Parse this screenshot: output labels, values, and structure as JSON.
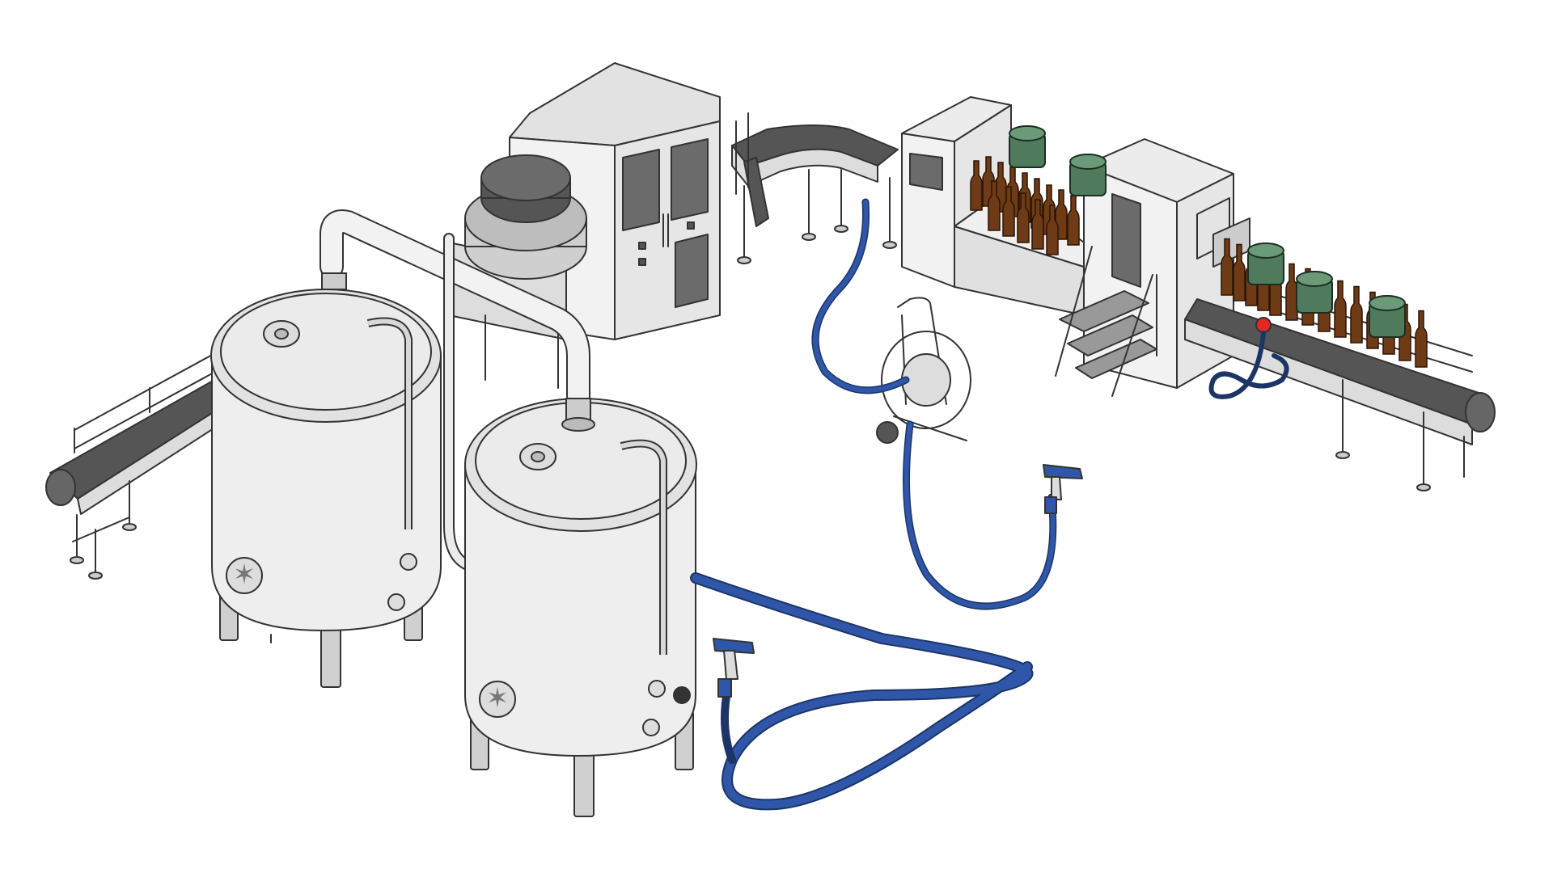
{
  "colors": {
    "background": "#ffffff",
    "steel_light": "#ececec",
    "steel_mid": "#d4d4d4",
    "steel_dark": "#b3b3b3",
    "outline": "#333333",
    "belt": "#555555",
    "window": "#6b6b6b",
    "hose_blue": "#2f56a8",
    "hose_dark": "#1c3566",
    "bottle_brown": "#6e3b16",
    "capper_green": "#4f7a5c",
    "nozzle_red": "#e32626"
  },
  "icons": {
    "manway_hatch": "star-handwheel-icon",
    "spray_gun": "spray-nozzle-icon",
    "hose_reel": "hose-reel-icon"
  },
  "equipment": {
    "tanks": 2,
    "capping_heads": 5,
    "spray_guns": 2
  }
}
